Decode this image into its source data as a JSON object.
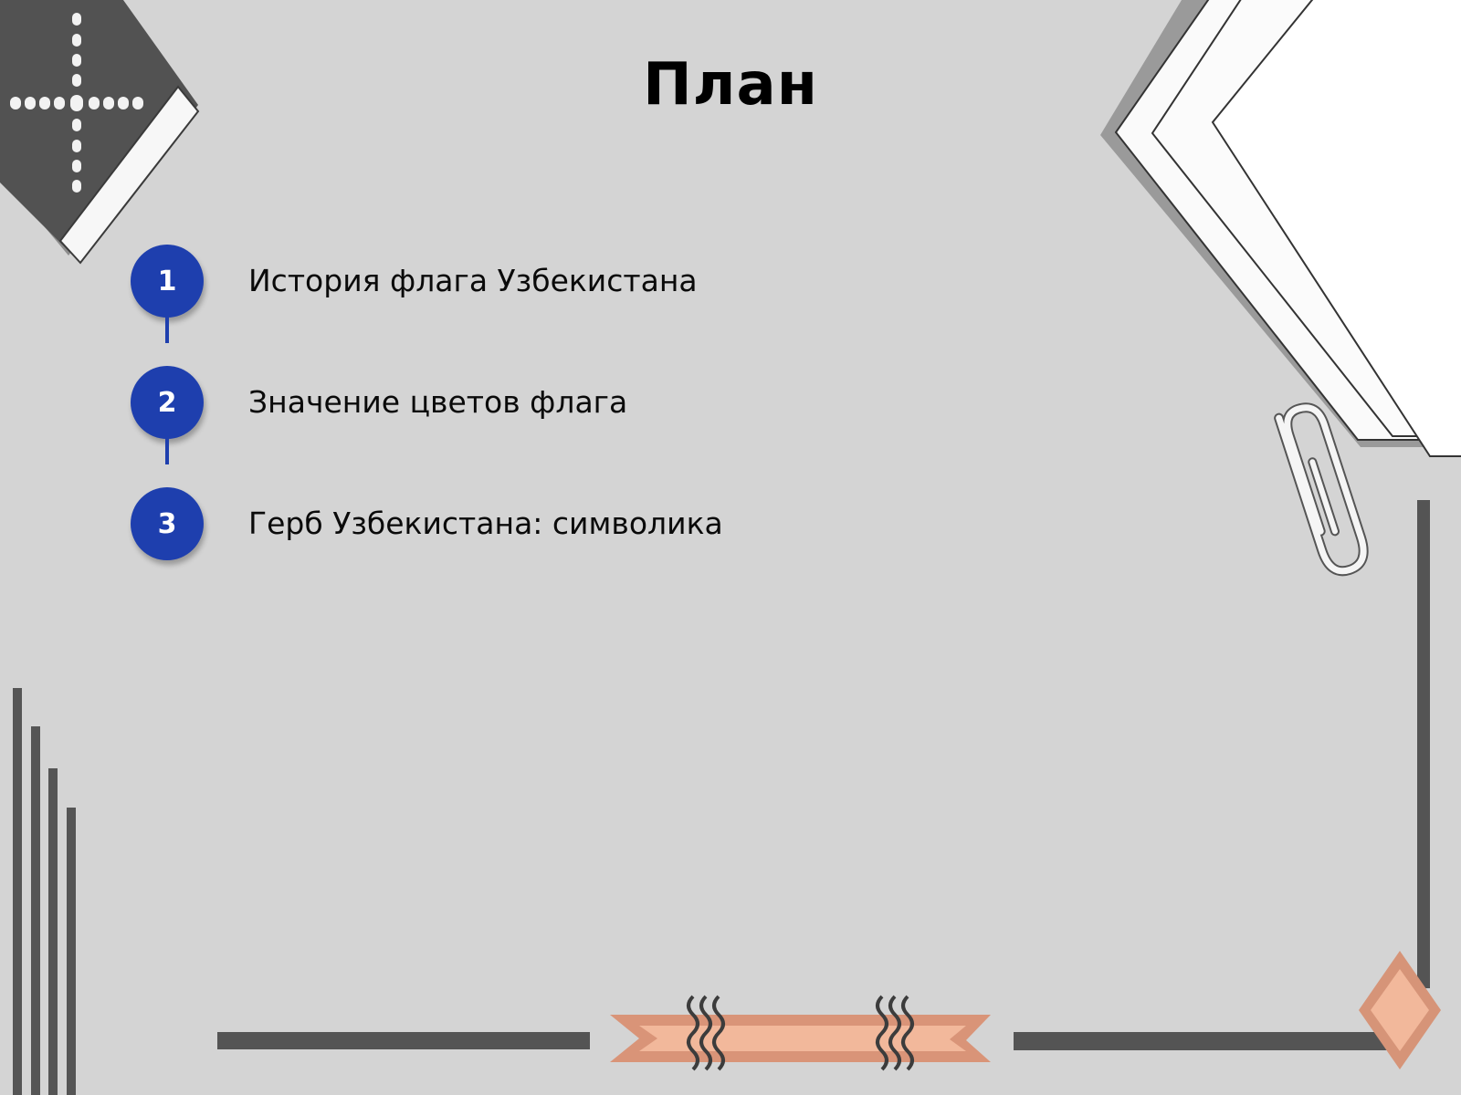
{
  "slide": {
    "title": "План",
    "background_color": "#d4d4d4",
    "accent_color": "#1e3fae",
    "ribbon_color": "#f0b89a",
    "ribbon_border_color": "#d99478",
    "frame_color": "#545454"
  },
  "plan": {
    "items": [
      {
        "number": "1",
        "label": "История флага Узбекистана"
      },
      {
        "number": "2",
        "label": "Значение цветов флага"
      },
      {
        "number": "3",
        "label": "Герб Узбекистана: символика"
      }
    ]
  }
}
